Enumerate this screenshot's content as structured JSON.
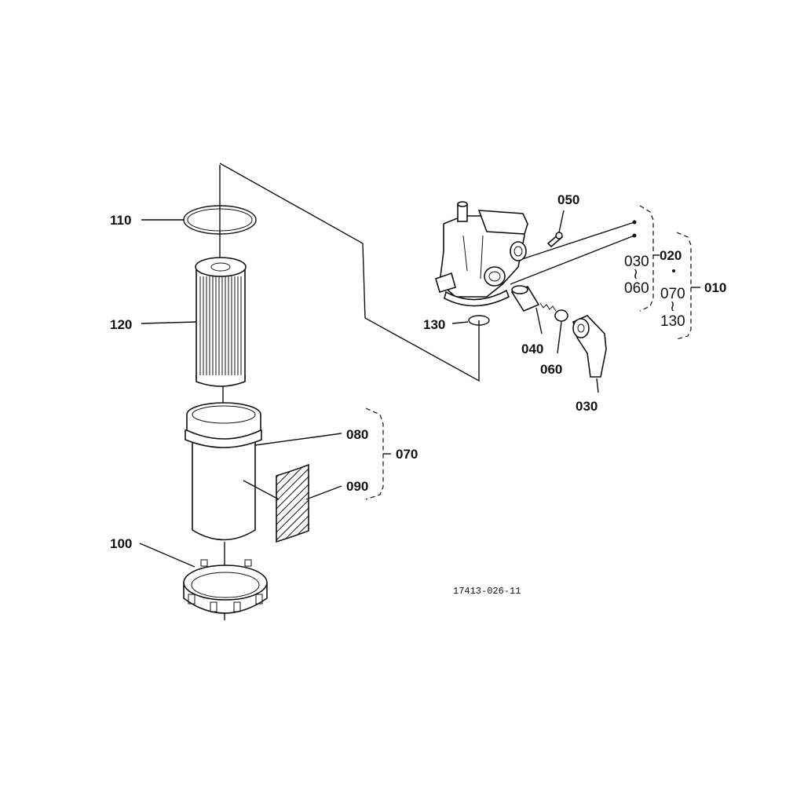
{
  "labels": {
    "p110": "110",
    "p120": "120",
    "p080": "080",
    "p070_bracket": "070",
    "p090": "090",
    "p100": "100",
    "p050": "050",
    "p130": "130",
    "p040": "040",
    "p060": "060",
    "p030": "030",
    "p020": "020",
    "p010": "010",
    "group_030": "030",
    "group_060": "060",
    "group_070": "070",
    "group_130": "130",
    "tilde_a": "≀",
    "tilde_b": "≀"
  },
  "drawing_number": "17413-026-11"
}
